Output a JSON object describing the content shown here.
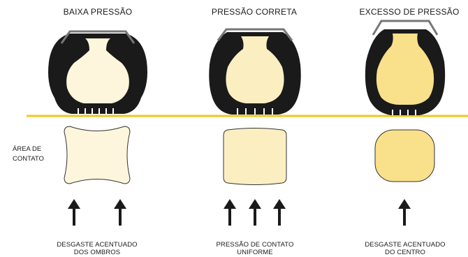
{
  "columns": [
    {
      "title": "BAIXA PRESSÃO",
      "caption_line1": "DESGASTE ACENTUADO",
      "caption_line2": "DOS OMBROS",
      "arrow_count": 2
    },
    {
      "title": "PRESSÃO CORRETA",
      "caption_line1": "PRESSÃO DE CONTATO",
      "caption_line2": "UNIFORME",
      "arrow_count": 3
    },
    {
      "title": "EXCESSO DE PRESSÃO",
      "caption_line1": "DESGASTE ACENTUADO",
      "caption_line2": "DO CENTRO",
      "arrow_count": 1
    }
  ],
  "contact_area_label_line1": "ÁREA DE",
  "contact_area_label_line2": "CONTATO",
  "colors": {
    "ground_line": "#f5c518",
    "tire_rubber": "#1a1a1a",
    "rim": "#777777",
    "inner_low": "#fdf6dc",
    "inner_correct": "#fbefc2",
    "inner_high": "#f9e08a",
    "arrow": "#1a1a1a"
  }
}
